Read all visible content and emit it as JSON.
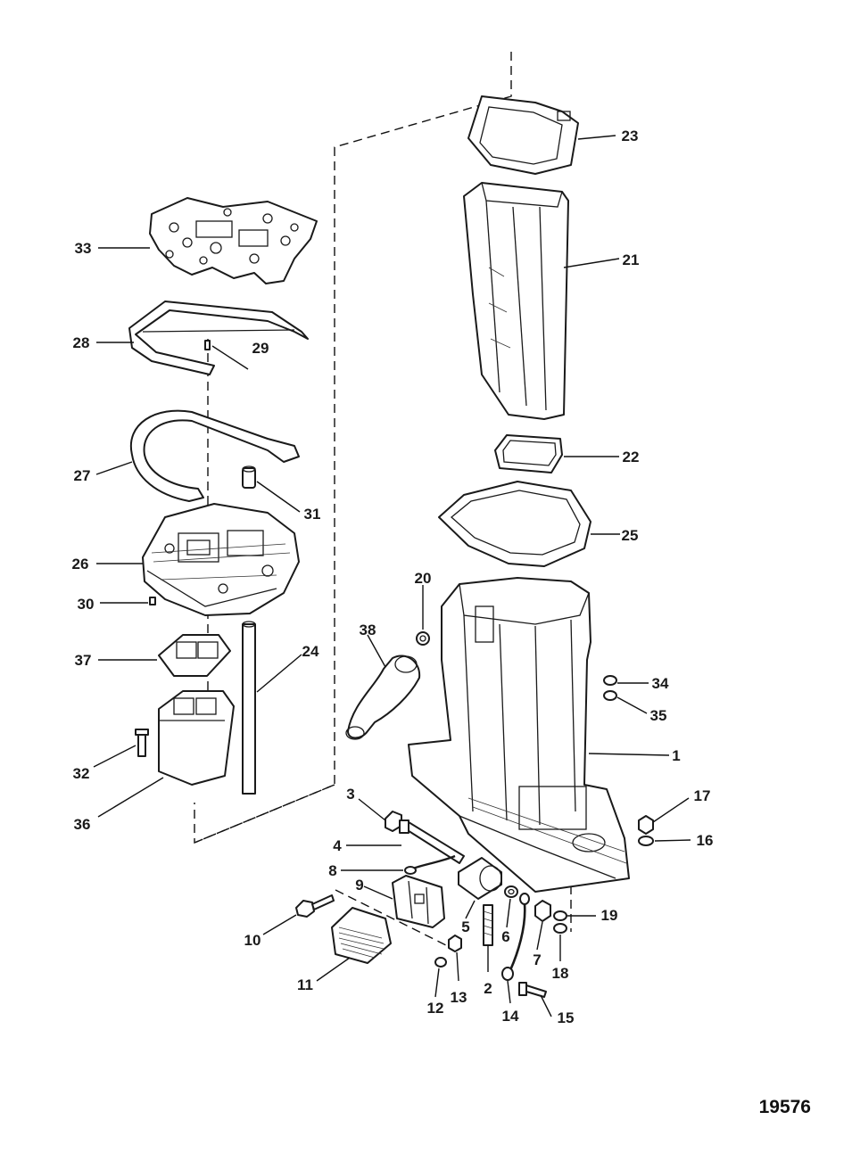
{
  "figure_number": "19576",
  "callouts": [
    "1",
    "2",
    "3",
    "4",
    "5",
    "6",
    "7",
    "8",
    "9",
    "10",
    "11",
    "12",
    "13",
    "14",
    "15",
    "16",
    "17",
    "18",
    "19",
    "20",
    "21",
    "22",
    "23",
    "24",
    "25",
    "26",
    "27",
    "28",
    "29",
    "30",
    "31",
    "32",
    "33",
    "34",
    "35",
    "36",
    "37",
    "38"
  ]
}
